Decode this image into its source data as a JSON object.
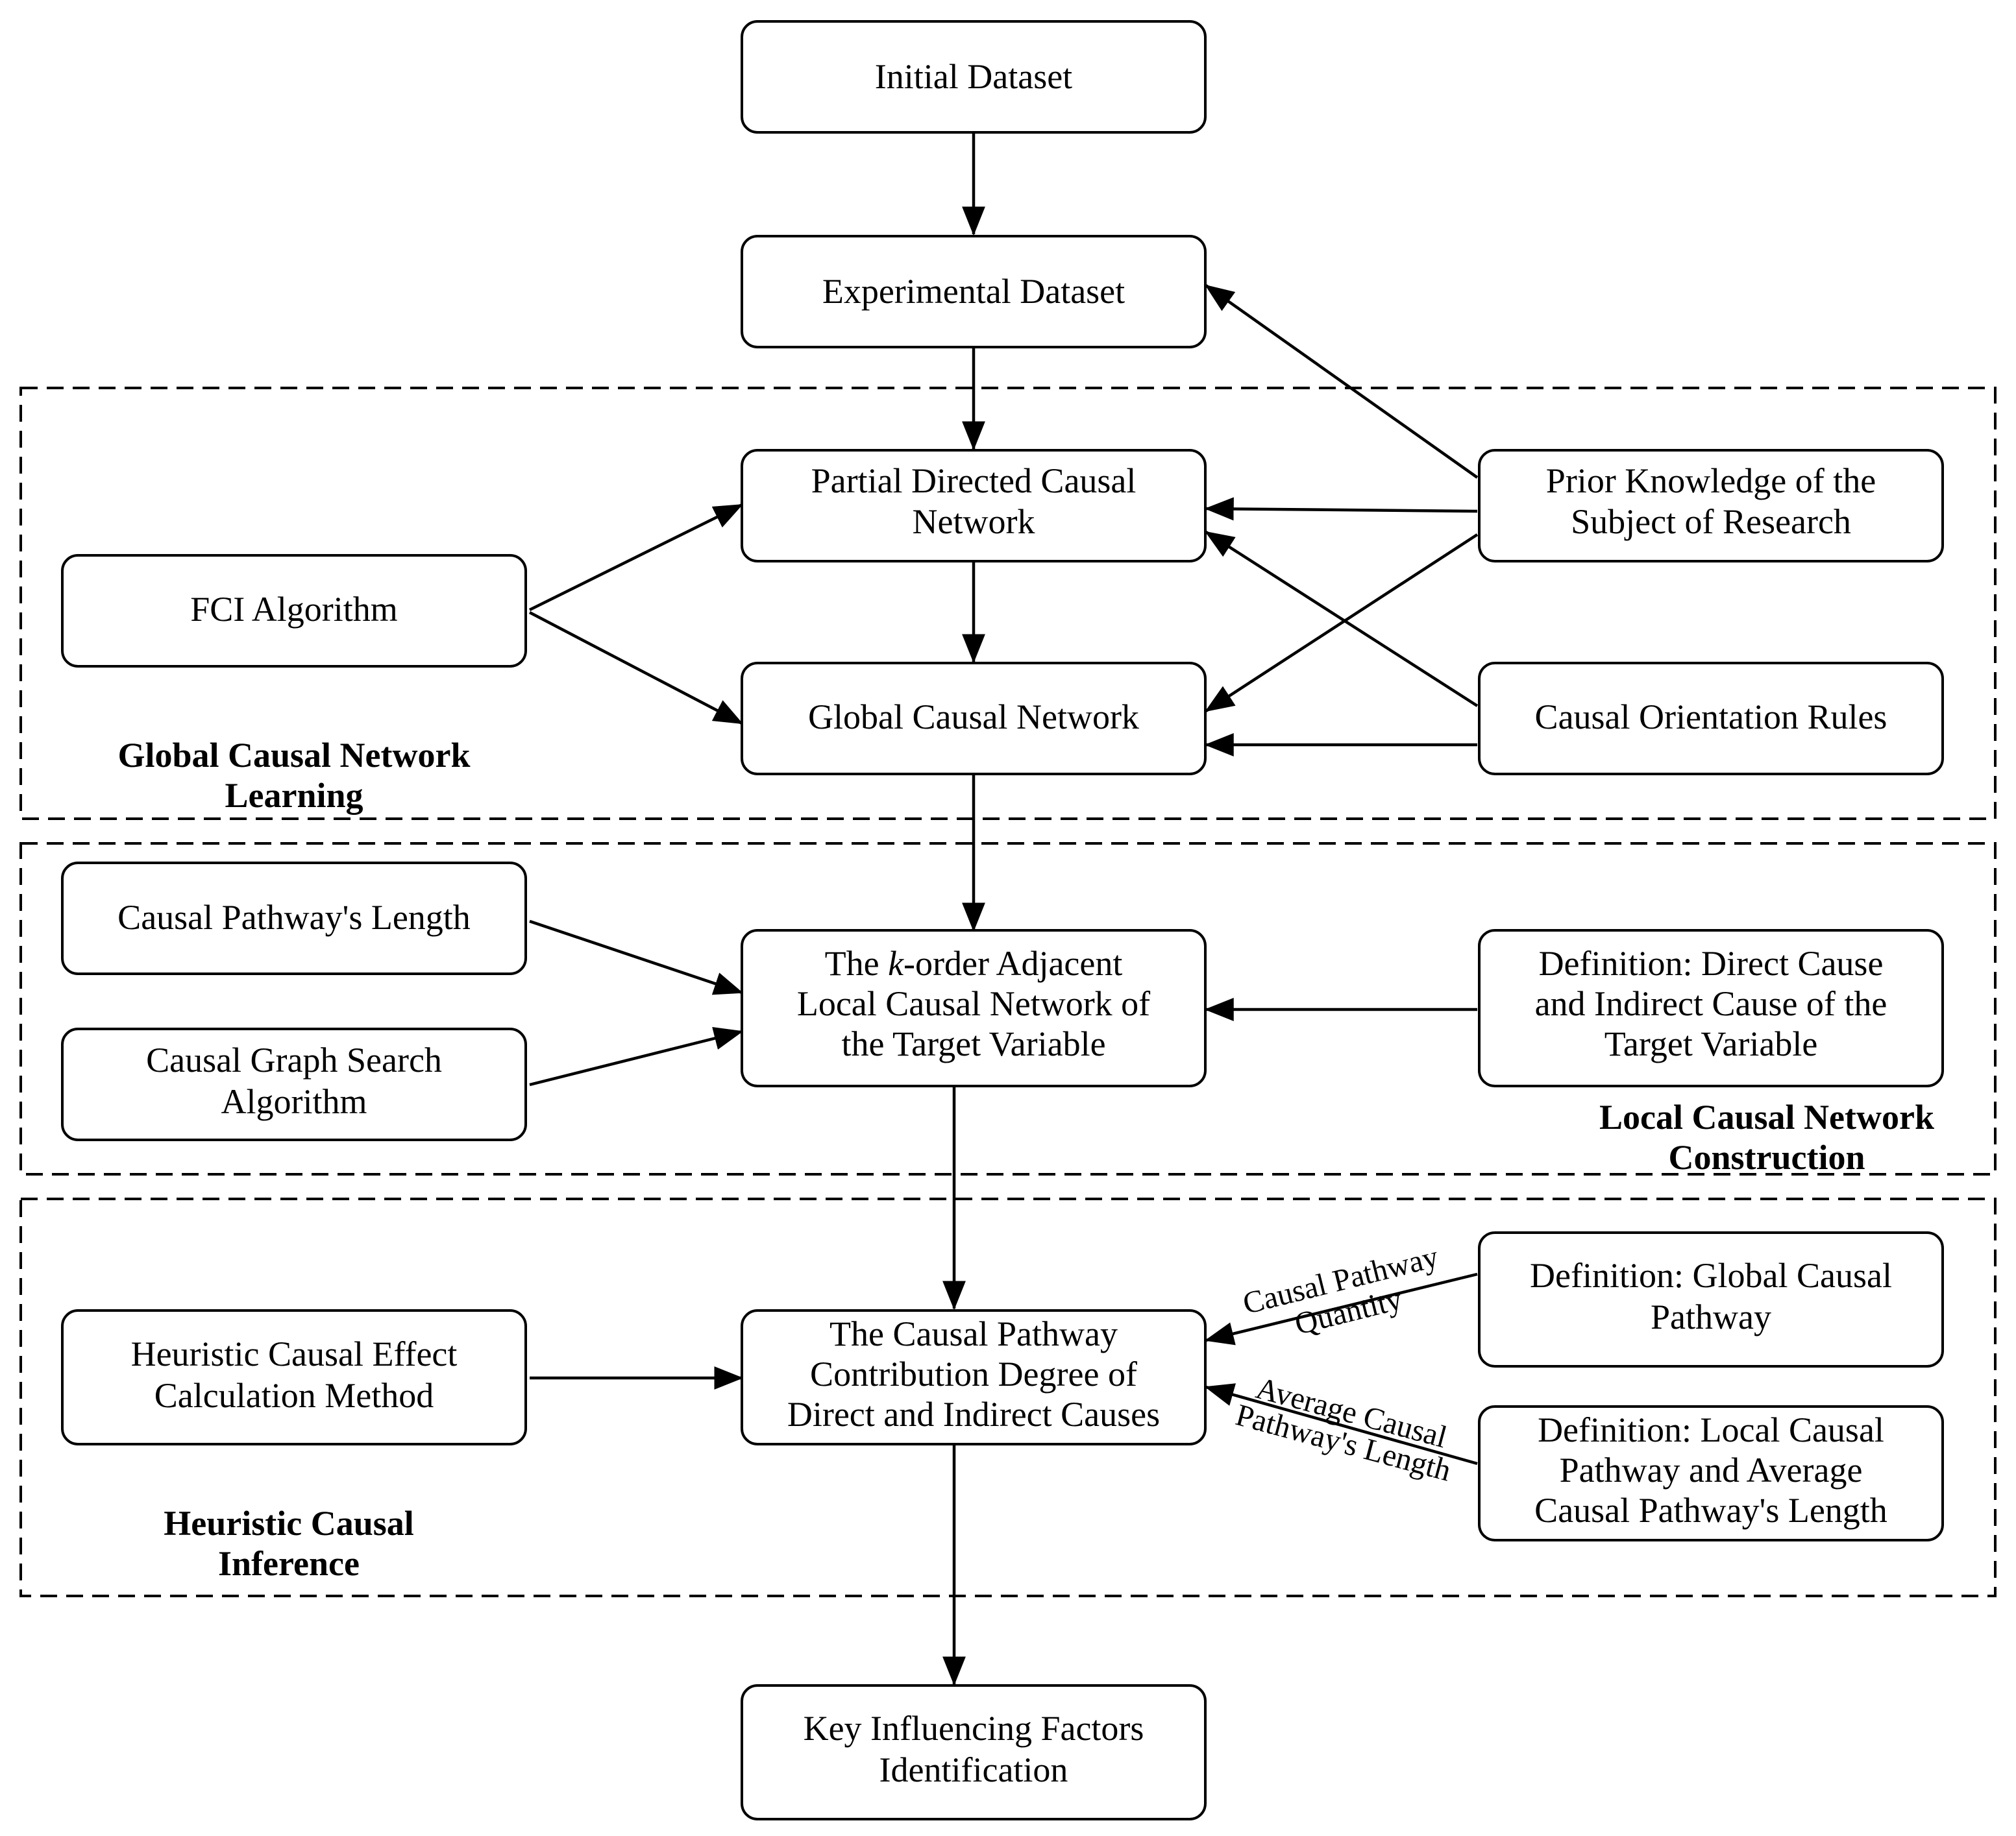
{
  "nodes": {
    "initial_dataset": [
      "Initial Dataset"
    ],
    "experimental_dataset": [
      "Experimental Dataset"
    ],
    "partial_directed_network": [
      "Partial Directed Causal",
      "Network"
    ],
    "global_causal_network": [
      "Global Causal Network"
    ],
    "fci_algorithm": [
      "FCI Algorithm"
    ],
    "prior_knowledge": [
      "Prior Knowledge of the",
      "Subject of Research"
    ],
    "orientation_rules": [
      "Causal Orientation Rules"
    ],
    "pathway_length": [
      "Causal Pathway's Length"
    ],
    "graph_search": [
      "Causal Graph Search",
      "Algorithm"
    ],
    "k_order_network_prefix": "The ",
    "k_order_network_k": "k",
    "k_order_network_suffix": "-order Adjacent",
    "k_order_network_lines": [
      "Local Causal Network of",
      "the Target Variable"
    ],
    "def_direct_indirect": [
      "Definition: Direct Cause",
      "and Indirect Cause of the",
      "Target Variable"
    ],
    "heuristic_method": [
      "Heuristic Causal Effect",
      "Calculation Method"
    ],
    "contribution_degree": [
      "The Causal Pathway",
      "Contribution Degree of",
      "Direct and Indirect Causes"
    ],
    "def_global_pathway": [
      "Definition: Global Causal",
      "Pathway"
    ],
    "def_local_pathway": [
      "Definition: Local Causal",
      "Pathway and Average",
      "Causal Pathway's Length"
    ],
    "key_factors": [
      "Key Influencing Factors",
      "Identification"
    ]
  },
  "regions": {
    "global_learning": [
      "Global Causal Network",
      "Learning"
    ],
    "local_construction": [
      "Local Causal Network",
      "Construction"
    ],
    "heuristic_inference": [
      "Heuristic Causal",
      "Inference"
    ]
  },
  "edge_labels": {
    "pathway_quantity": [
      "Causal Pathway",
      "Quantity"
    ],
    "average_length": [
      "Average Causal",
      "Pathway's Length"
    ]
  }
}
